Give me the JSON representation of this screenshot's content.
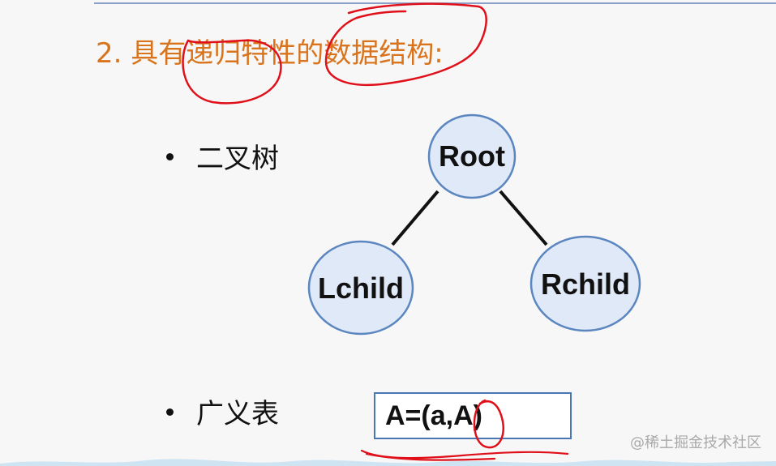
{
  "slide": {
    "title": "2. 具有递归特性的数据结构:",
    "bullets": [
      "二叉树",
      "广义表"
    ],
    "tree": {
      "root": "Root",
      "left": "Lchild",
      "right": "Rchild"
    },
    "formula": "A=(a,A)"
  },
  "watermark": "@稀土掘金技术社区",
  "colors": {
    "title": "#d9741c",
    "node_fill": "#dfe9f7",
    "node_stroke": "#5b86bf",
    "annotation": "#e0101a"
  }
}
